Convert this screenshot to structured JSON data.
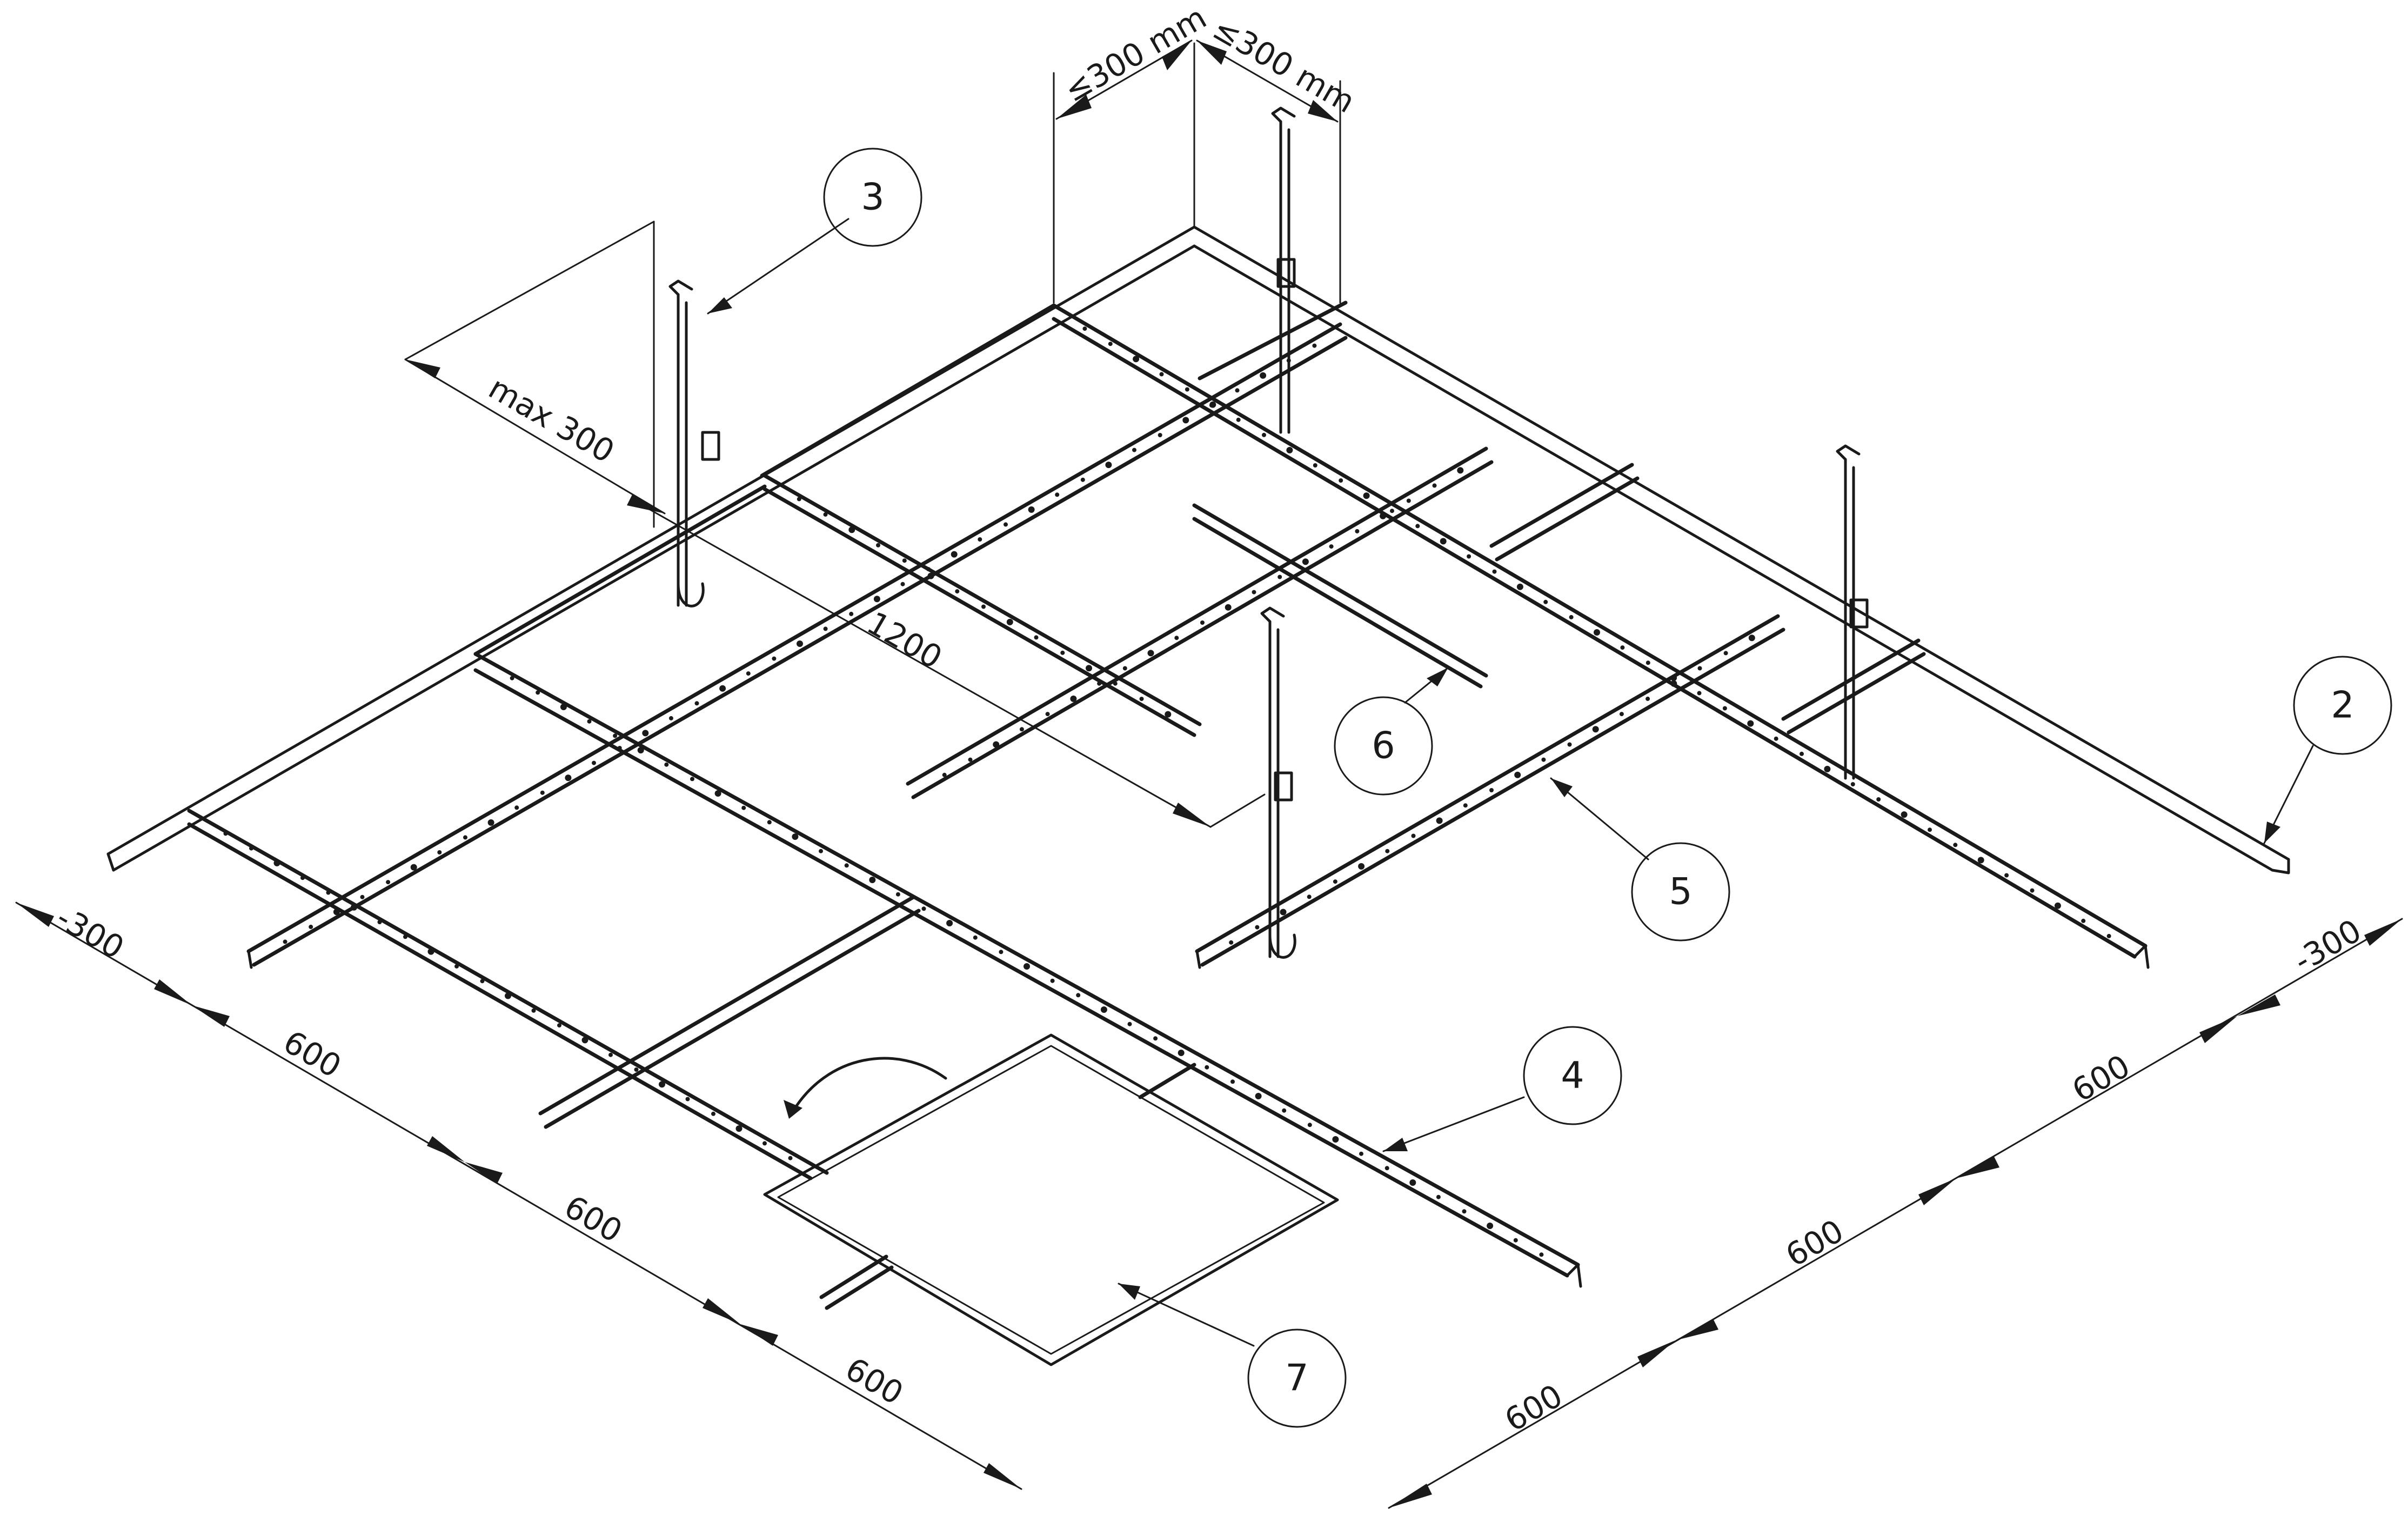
{
  "callouts": {
    "c2": "2",
    "c3": "3",
    "c4": "4",
    "c5": "5",
    "c6": "6",
    "c7": "7"
  },
  "dimensions": {
    "top_left_300": "≤300 mm",
    "top_right_300": "≤300 mm",
    "max300": "max 300",
    "d1200": "1200",
    "left_300": "-300",
    "left_600_a": "600",
    "left_600_b": "600",
    "left_600_c": "600",
    "right_300": "-300",
    "right_600_a": "600",
    "right_600_b": "600",
    "right_600_c": "600"
  },
  "colors": {
    "line": "#1a1a1a",
    "background": "#ffffff"
  }
}
